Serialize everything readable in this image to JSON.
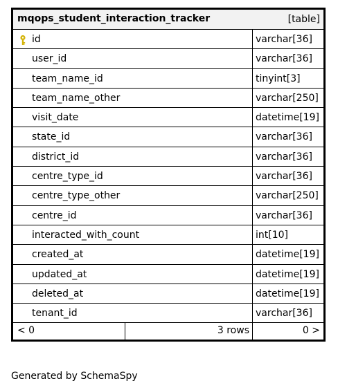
{
  "table": {
    "name": "mqops_student_interaction_tracker",
    "kind": "[table]",
    "columns": [
      {
        "name": "id",
        "type": "varchar[36]",
        "primary_key": true
      },
      {
        "name": "user_id",
        "type": "varchar[36]"
      },
      {
        "name": "team_name_id",
        "type": "tinyint[3]"
      },
      {
        "name": "team_name_other",
        "type": "varchar[250]"
      },
      {
        "name": "visit_date",
        "type": "datetime[19]"
      },
      {
        "name": "state_id",
        "type": "varchar[36]"
      },
      {
        "name": "district_id",
        "type": "varchar[36]"
      },
      {
        "name": "centre_type_id",
        "type": "varchar[36]"
      },
      {
        "name": "centre_type_other",
        "type": "varchar[250]"
      },
      {
        "name": "centre_id",
        "type": "varchar[36]"
      },
      {
        "name": "interacted_with_count",
        "type": "int[10]"
      },
      {
        "name": "created_at",
        "type": "datetime[19]"
      },
      {
        "name": "updated_at",
        "type": "datetime[19]"
      },
      {
        "name": "deleted_at",
        "type": "datetime[19]"
      },
      {
        "name": "tenant_id",
        "type": "varchar[36]"
      }
    ],
    "footer": {
      "parents": "< 0",
      "rows": "3 rows",
      "children": "0 >"
    },
    "key_icon_color": "#d4b40a"
  },
  "credit": "Generated by SchemaSpy"
}
